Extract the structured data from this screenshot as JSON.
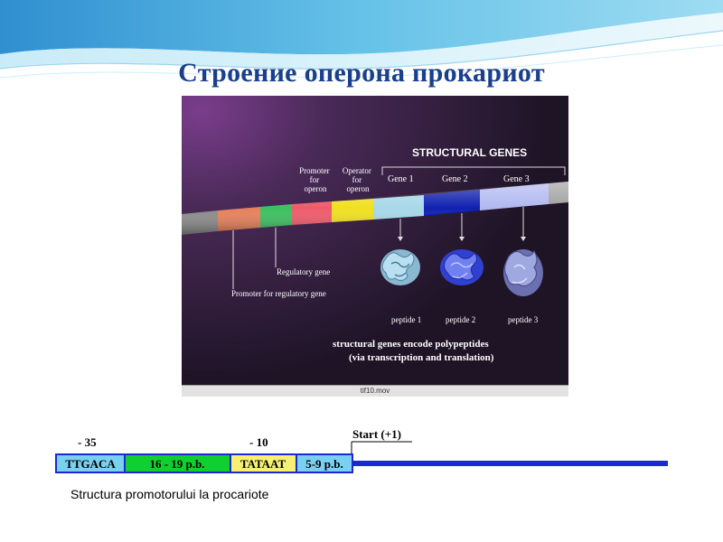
{
  "slide": {
    "title": "Строение оперона прокариот"
  },
  "operon_figure": {
    "heading": "STRUCTURAL GENES",
    "promoter_operon_lines": [
      "Promoter",
      "for",
      "operon"
    ],
    "operator_operon_lines": [
      "Operator",
      "for",
      "operon"
    ],
    "genes": [
      "Gene 1",
      "Gene 2",
      "Gene 3"
    ],
    "peptides": [
      "peptide 1",
      "peptide 2",
      "peptide 3"
    ],
    "regulatory_gene_label": "Regulatory gene",
    "promoter_regulatory_label": "Promoter for regulatory gene",
    "caption_line1": "structural genes encode polypeptides",
    "caption_line2": "(via transcription and translation)",
    "movie_label": "tif10.mov",
    "colors": {
      "background": "#2a1a34",
      "promoter_reg": "#e8805a",
      "regulatory_gene": "#3cc060",
      "promoter_operon": "#f05a6a",
      "operator_operon": "#f0e020",
      "gene1": "#a8d8e8",
      "gene2": "#1020b0",
      "gene3": "#b0b8f0"
    }
  },
  "promoter_diagram": {
    "minus35": "- 35",
    "minus10": "- 10",
    "start": "Start (+1)",
    "box_ttgaca": "TTGACA",
    "box_spacer": "16 - 19 p.b.",
    "box_tataat": "TATAAT",
    "box_short": "5-9 p.b.",
    "caption": "Structura promotorului la procariote",
    "colors": {
      "ttgaca": "#7ad0f0",
      "spacer": "#10d030",
      "tataat": "#f8f070",
      "short": "#7ad0f0",
      "dna_line": "#1a2ad0"
    }
  }
}
